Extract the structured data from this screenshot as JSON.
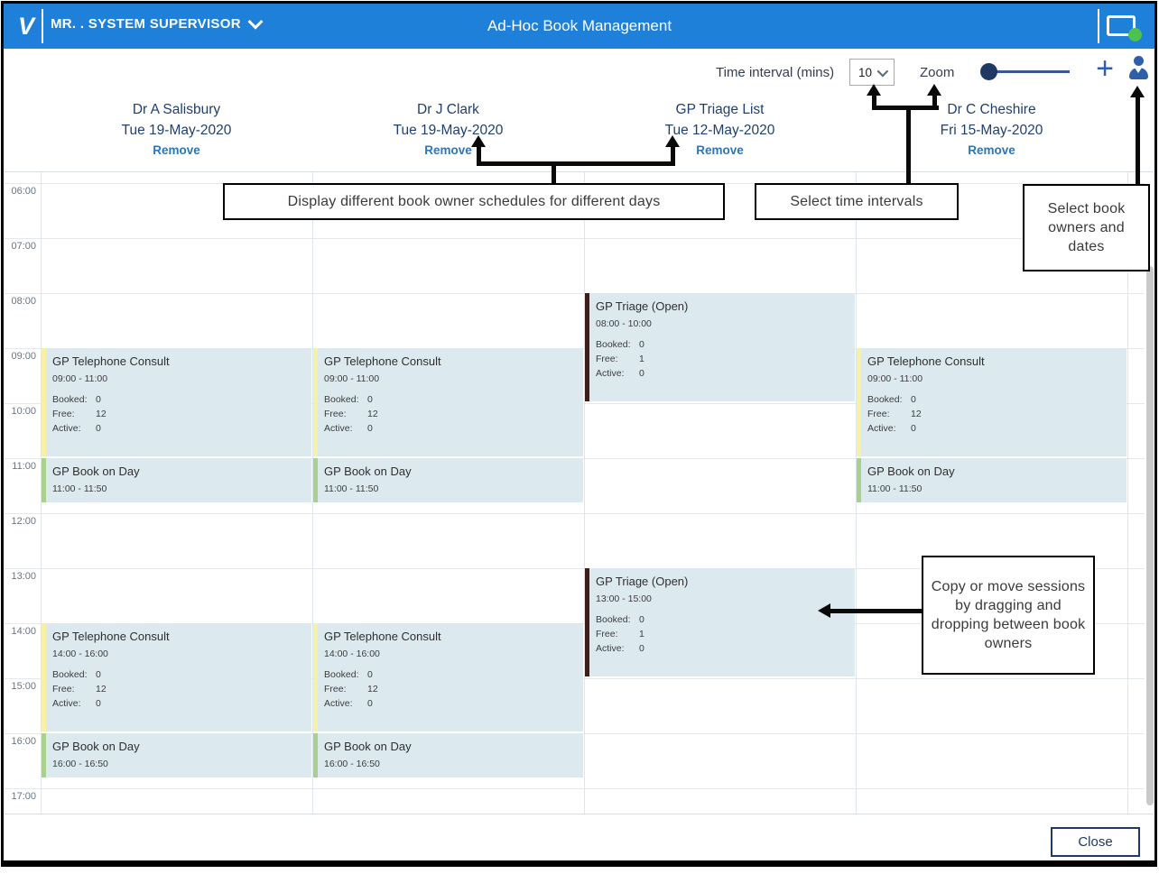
{
  "topbar": {
    "logo": "V",
    "user_menu": "MR. . SYSTEM SUPERVISOR",
    "title": "Ad-Hoc Book Management"
  },
  "toolbar": {
    "time_interval_label": "Time interval (mins)",
    "time_interval_value": "10",
    "zoom_label": "Zoom"
  },
  "session_stats_labels": {
    "booked": "Booked:",
    "free": "Free:",
    "active": "Active:"
  },
  "time_axis": [
    "06:00",
    "07:00",
    "08:00",
    "09:00",
    "10:00",
    "11:00",
    "12:00",
    "13:00",
    "14:00",
    "15:00",
    "16:00",
    "17:00"
  ],
  "columns": [
    {
      "owner": "Dr A Salisbury",
      "date": "Tue 19-May-2020",
      "remove_label": "Remove",
      "sessions": [
        {
          "title": "GP Telephone Consult",
          "time": "09:00 - 11:00",
          "start": 9,
          "end": 11,
          "stripe": "yellow",
          "booked": "0",
          "free": "12",
          "active": "0"
        },
        {
          "title": "GP Book on Day",
          "time": "11:00 - 11:50",
          "start": 11,
          "end": 11.833,
          "stripe": "green"
        },
        {
          "title": "GP Telephone Consult",
          "time": "14:00 - 16:00",
          "start": 14,
          "end": 16,
          "stripe": "yellow",
          "booked": "0",
          "free": "12",
          "active": "0"
        },
        {
          "title": "GP Book on Day",
          "time": "16:00 - 16:50",
          "start": 16,
          "end": 16.833,
          "stripe": "green"
        }
      ]
    },
    {
      "owner": "Dr J Clark",
      "date": "Tue 19-May-2020",
      "remove_label": "Remove",
      "sessions": [
        {
          "title": "GP Telephone Consult",
          "time": "09:00 - 11:00",
          "start": 9,
          "end": 11,
          "stripe": "yellow",
          "booked": "0",
          "free": "12",
          "active": "0"
        },
        {
          "title": "GP Book on Day",
          "time": "11:00 - 11:50",
          "start": 11,
          "end": 11.833,
          "stripe": "green"
        },
        {
          "title": "GP Telephone Consult",
          "time": "14:00 - 16:00",
          "start": 14,
          "end": 16,
          "stripe": "yellow",
          "booked": "0",
          "free": "12",
          "active": "0"
        },
        {
          "title": "GP Book on Day",
          "time": "16:00 - 16:50",
          "start": 16,
          "end": 16.833,
          "stripe": "green"
        }
      ]
    },
    {
      "owner": "GP Triage List",
      "date": "Tue 12-May-2020",
      "remove_label": "Remove",
      "sessions": [
        {
          "title": "GP Triage (Open)",
          "time": "08:00 - 10:00",
          "start": 8,
          "end": 10,
          "stripe": "maroon",
          "booked": "0",
          "free": "1",
          "active": "0"
        },
        {
          "title": "GP Triage (Open)",
          "time": "13:00 - 15:00",
          "start": 13,
          "end": 15,
          "stripe": "maroon",
          "booked": "0",
          "free": "1",
          "active": "0"
        }
      ]
    },
    {
      "owner": "Dr C Cheshire",
      "date": "Fri 15-May-2020",
      "remove_label": "Remove",
      "sessions": [
        {
          "title": "GP Telephone Consult",
          "time": "09:00 - 11:00",
          "start": 9,
          "end": 11,
          "stripe": "yellow",
          "booked": "0",
          "free": "12",
          "active": "0"
        },
        {
          "title": "GP Book on Day",
          "time": "11:00 - 11:50",
          "start": 11,
          "end": 11.833,
          "stripe": "green"
        }
      ]
    }
  ],
  "annotations": {
    "schedules": "Display different book owner schedules for different days",
    "intervals": "Select time intervals",
    "owners": "Select book owners and dates",
    "copy_move": "Copy or move sessions by dragging and dropping between book owners"
  },
  "footer": {
    "close_label": "Close"
  },
  "colors": {
    "topbar_blue": "#1E80D8",
    "navy_text": "#21406F",
    "link_blue": "#2E75B6",
    "session_bg": "#DCEAF0",
    "stripe_yellow": "#F7F1A3",
    "stripe_green": "#A9D18E",
    "stripe_maroon": "#3A1F1F",
    "status_green": "#4FC14F",
    "callout_border": "#000000"
  }
}
